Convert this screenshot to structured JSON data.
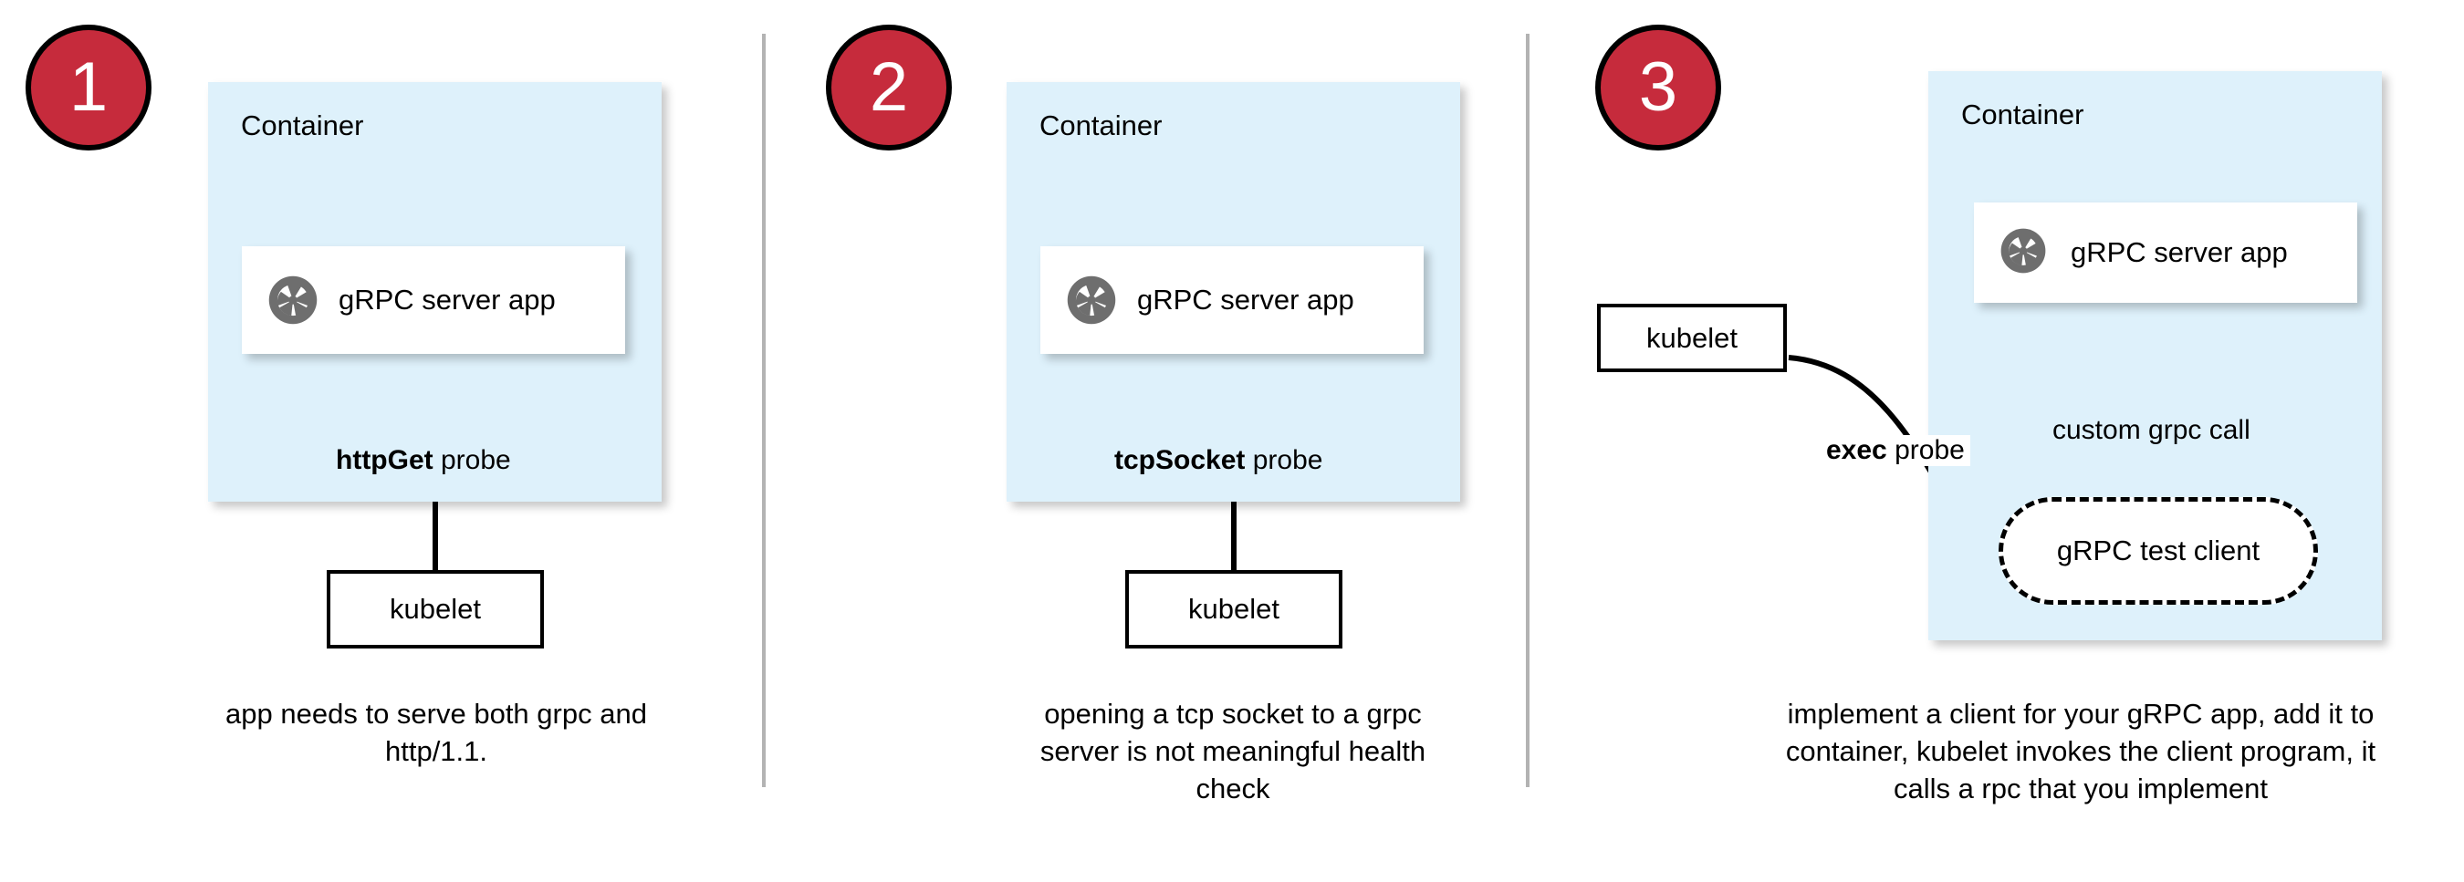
{
  "theme": {
    "badge_fill": "#C62B3C",
    "badge_stroke": "#000000",
    "container_fill": "#DEF1FB",
    "card_fill": "#FFFFFF",
    "icon_gray": "#6E6E6E",
    "divider_gray": "#B3B3B3",
    "stroke": "#000000"
  },
  "panels": [
    {
      "step": "1",
      "container_label": "Container",
      "app_label": "gRPC server app",
      "app_icon": "grpc-aperture-icon",
      "probe_label_bold": "httpGet",
      "probe_label_rest": " probe",
      "kubelet_label": "kubelet",
      "caption": "app needs to serve both grpc and http/1.1."
    },
    {
      "step": "2",
      "container_label": "Container",
      "app_label": "gRPC server app",
      "app_icon": "grpc-aperture-icon",
      "probe_label_bold": "tcpSocket",
      "probe_label_rest": " probe",
      "kubelet_label": "kubelet",
      "caption": "opening a tcp socket to a grpc server is not meaningful health check"
    },
    {
      "step": "3",
      "container_label": "Container",
      "app_label": "gRPC server app",
      "app_icon": "grpc-aperture-icon",
      "probe_label_bold": "exec",
      "probe_label_rest": " probe",
      "kubelet_label": "kubelet",
      "client_label": "gRPC test client",
      "call_label": "custom grpc call",
      "caption": "implement a client for your gRPC app, add it to container, kubelet invokes the client program, it calls a rpc that you implement"
    }
  ]
}
